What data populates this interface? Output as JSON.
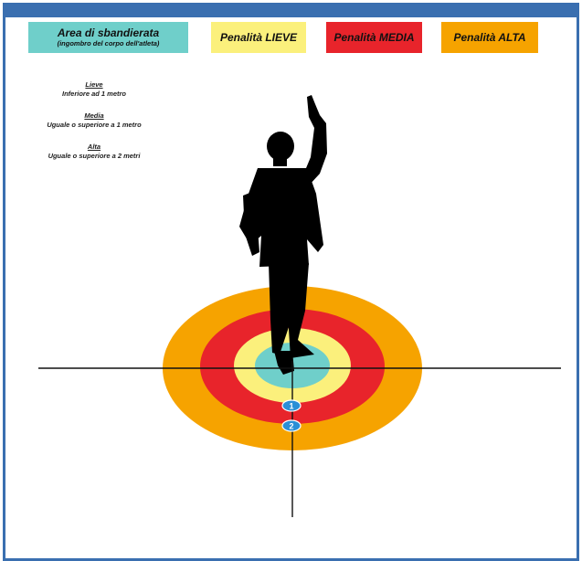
{
  "legend": {
    "area_title": "Area di sbandierata",
    "area_subtitle": "(ingombro del corpo dell'atleta)",
    "lieve": "Penalità LIEVE",
    "media": "Penalità MEDIA",
    "alta": "Penalità ALTA"
  },
  "definitions": {
    "lieve_heading": "Lieve",
    "lieve_text": "Inferiore ad 1 metro",
    "media_heading": "Media",
    "media_text": "Uguale o superiore a 1 metro",
    "alta_heading": "Alta",
    "alta_text": "Uguale o superiore a 2 metri"
  },
  "markers": {
    "m1": "1",
    "m2": "2"
  },
  "colors": {
    "area": "#6fcfca",
    "lieve": "#fbf07c",
    "media": "#e8242b",
    "alta": "#f6a300",
    "marker": "#2b8fd6",
    "frame": "#3a6fb0"
  }
}
